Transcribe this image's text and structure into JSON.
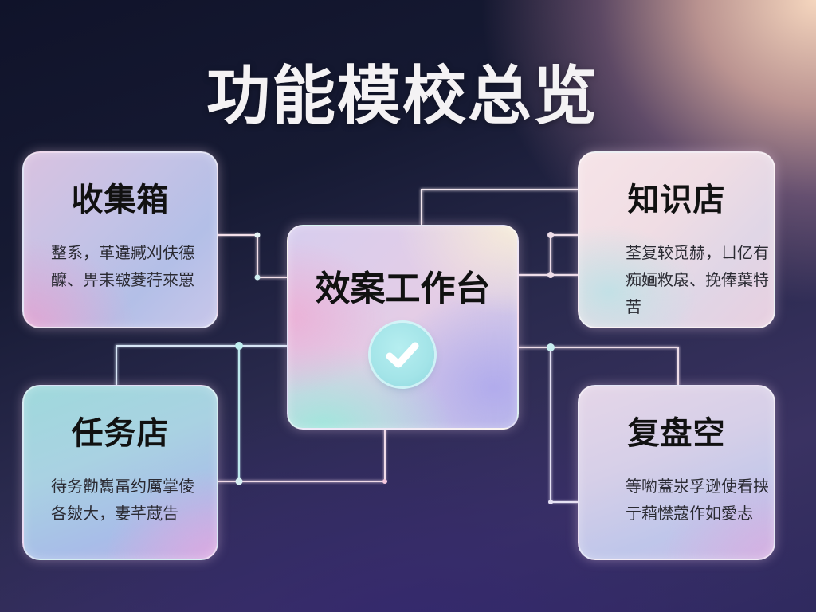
{
  "diagram": {
    "title": "功能模校总览",
    "center": {
      "title": "效案工作台",
      "icon": "check-circle-icon"
    },
    "modules": [
      {
        "id": "collect",
        "title": "收集箱",
        "body": "整系，革違臧刈伕德醾、畀耒皲菱荇來罳"
      },
      {
        "id": "knowledge",
        "title": "知识店",
        "body": "荃复较觅赫，ㄩ亿有痴婳敉扆、挽俸葉特苦"
      },
      {
        "id": "task",
        "title": "任务店",
        "body": "待务勸雟畐约厲掌倰各皴大，妻芊蔵告"
      },
      {
        "id": "review",
        "title": "复盘空",
        "body": "等喲蓋汖孚逊使看挟亍蕱㦗蔻作如愛忐"
      }
    ],
    "colors": {
      "background_dark": "#12152a",
      "background_indigo": "#2c2858",
      "glow_peach": "#f0d0b8",
      "connector": "#e8e6f2",
      "node_dot": "#bfeff0",
      "check_badge": "#a6e8ea"
    }
  }
}
